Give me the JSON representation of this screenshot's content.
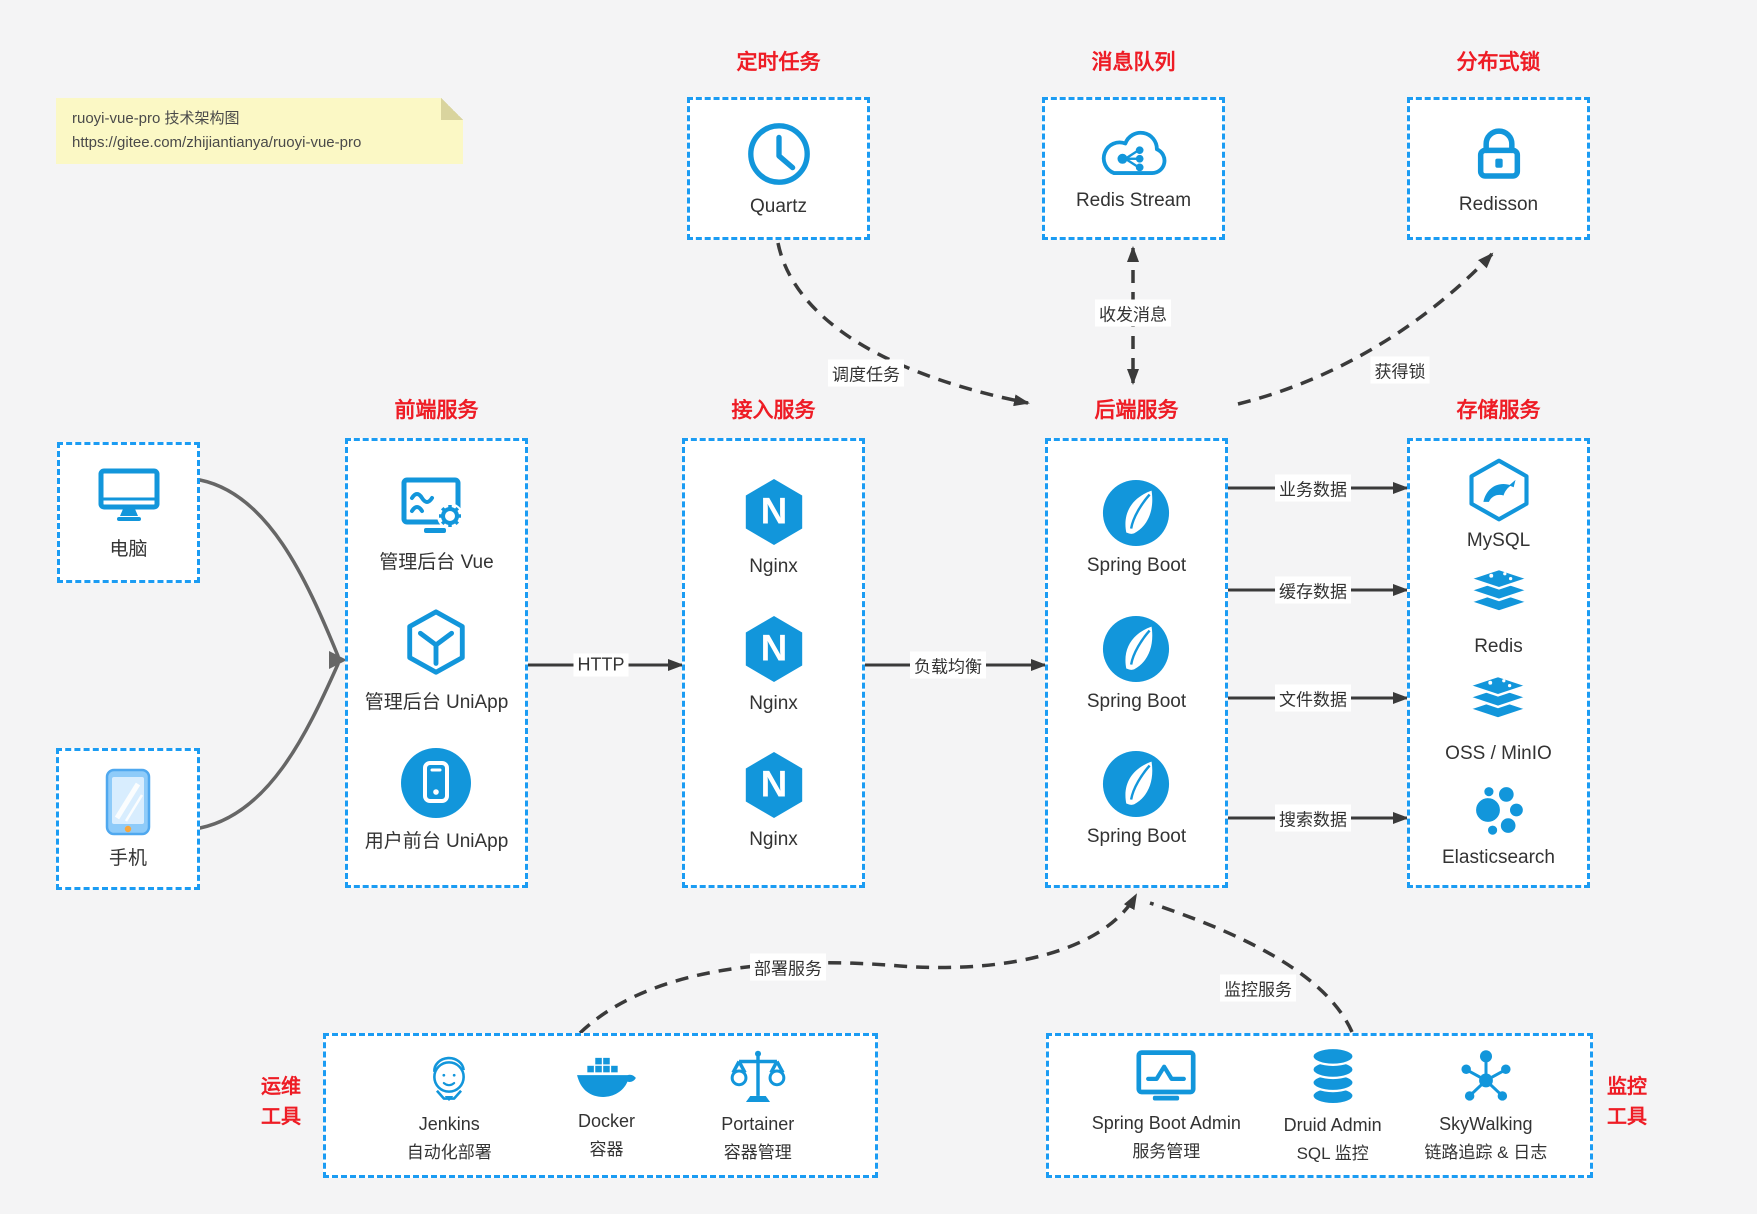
{
  "note": {
    "line1": "ruoyi-vue-pro 技术架构图",
    "line2": "https://gitee.com/zhijiantianya/ruoyi-vue-pro"
  },
  "top_groups": [
    {
      "title": "定时任务",
      "item": "Quartz"
    },
    {
      "title": "消息队列",
      "item": "Redis Stream"
    },
    {
      "title": "分布式锁",
      "item": "Redisson"
    }
  ],
  "clients": [
    {
      "label": "电脑"
    },
    {
      "label": "手机"
    }
  ],
  "columns": {
    "frontend": {
      "title": "前端服务",
      "items": [
        "管理后台 Vue",
        "管理后台 UniApp",
        "用户前台 UniApp"
      ]
    },
    "gateway": {
      "title": "接入服务",
      "items": [
        "Nginx",
        "Nginx",
        "Nginx"
      ]
    },
    "backend": {
      "title": "后端服务",
      "items": [
        "Spring Boot",
        "Spring Boot",
        "Spring Boot"
      ]
    },
    "storage": {
      "title": "存储服务",
      "items": [
        "MySQL",
        "Redis",
        "OSS / MinIO",
        "Elasticsearch"
      ]
    }
  },
  "edges": {
    "http": "HTTP",
    "lb": "负载均衡",
    "biz": "业务数据",
    "cache": "缓存数据",
    "file": "文件数据",
    "search": "搜索数据",
    "schedule": "调度任务",
    "mq": "收发消息",
    "lock": "获得锁",
    "deploy": "部署服务",
    "monitor": "监控服务"
  },
  "ops": {
    "title_lines": [
      "运维",
      "工具"
    ],
    "items": [
      {
        "name": "Jenkins",
        "desc": "自动化部署"
      },
      {
        "name": "Docker",
        "desc": "容器"
      },
      {
        "name": "Portainer",
        "desc": "容器管理"
      }
    ]
  },
  "monitoring": {
    "title_lines": [
      "监控",
      "工具"
    ],
    "items": [
      {
        "name": "Spring Boot Admin",
        "desc": "服务管理"
      },
      {
        "name": "Druid Admin",
        "desc": "SQL 监控"
      },
      {
        "name": "SkyWalking",
        "desc": "链路追踪 & 日志"
      }
    ]
  },
  "colors": {
    "icon_blue": "#1296db",
    "border_blue": "#1b9cf3",
    "title_red": "#ee1c25",
    "arrow_dark": "#3a3a3a",
    "note_bg": "#fbf8c5"
  }
}
